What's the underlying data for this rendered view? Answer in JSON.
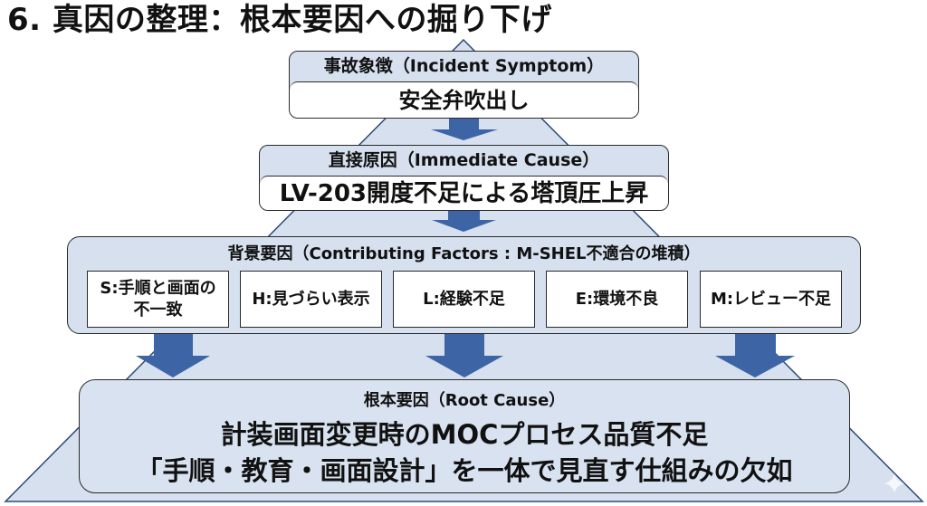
{
  "title": "6. 真因の整理：根本要因への掘り下げ",
  "colors": {
    "pyramid_fill": "#d6e0ef",
    "pyramid_stroke": "#2c4a78",
    "arrow_fill": "#3d64a4",
    "box_header_fill": "#d6e0ef",
    "box_body_fill": "#ffffff"
  },
  "levels": {
    "symptom": {
      "header": "事故象徴（Incident Symptom）",
      "value": "安全弁吹出し"
    },
    "immediate": {
      "header": "直接原因（Immediate Cause）",
      "value": "LV-203開度不足による塔頂圧上昇"
    },
    "contributing": {
      "header": "背景要因（Contributing Factors : M-SHEL不適合の堆積）",
      "factors": [
        {
          "code": "S",
          "label": "S:手順と画面の\n不一致"
        },
        {
          "code": "H",
          "label": "H:見づらい表示"
        },
        {
          "code": "L",
          "label": "L:経験不足"
        },
        {
          "code": "E",
          "label": "E:環境不良"
        },
        {
          "code": "M",
          "label": "M:レビュー不足"
        }
      ]
    },
    "root": {
      "header": "根本要因（Root Cause）",
      "line1": "計装画面変更時のMOCプロセス品質不足",
      "line2": "「手順・教育・画面設計」を一体で見直す仕組みの欠如"
    }
  },
  "icons": {
    "arrow": "arrow-down-icon",
    "watermark": "sparkle-icon"
  }
}
